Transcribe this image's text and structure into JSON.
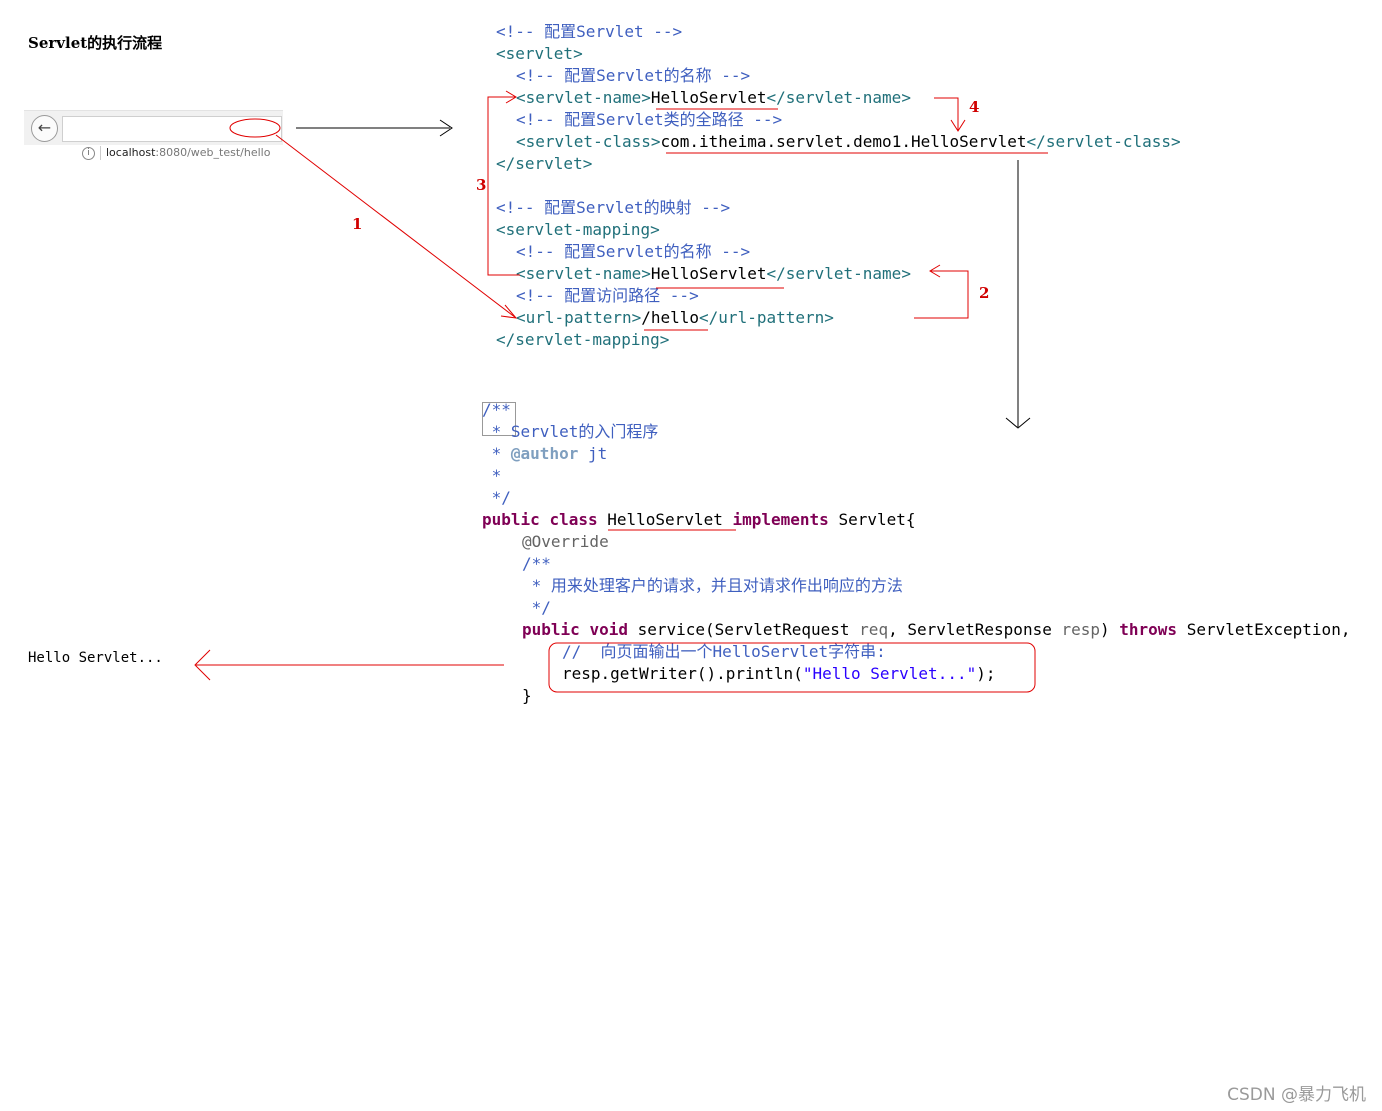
{
  "page": {
    "title": "Servlet的执行流程",
    "output_text": "Hello Servlet...",
    "watermark": "CSDN @暴力飞机"
  },
  "browser": {
    "back_icon": "arrow-left-icon",
    "info_icon": "info-icon",
    "url_host": "localhost",
    "url_path": ":8080/web_test/",
    "url_highlight": "hello"
  },
  "xml": {
    "c1_pre": "<!-- 配置",
    "c1_kw": "Servlet",
    "c1_post": " -->",
    "servlet_open": "<servlet>",
    "c2_pre": "<!-- 配置",
    "c2_kw": "Servlet",
    "c2_post": "的名称 -->",
    "sn_open": "<servlet-name>",
    "sn_value": "HelloServlet",
    "sn_close": "</servlet-name>",
    "c3_pre": "<!-- 配置",
    "c3_kw": "Servlet",
    "c3_post": "类的全路径 -->",
    "sc_open": "<servlet-class>",
    "sc_value": "com.itheima.servlet.demo1.HelloServlet",
    "sc_close": "</servlet-class>",
    "servlet_close": "</servlet>",
    "c4_pre": "<!-- 配置",
    "c4_kw": "Servlet",
    "c4_post": "的映射 -->",
    "mapping_open": "<servlet-mapping>",
    "c5_pre": "<!-- 配置",
    "c5_kw": "Servlet",
    "c5_post": "的名称 -->",
    "sn2_open": "<servlet-name>",
    "sn2_value": "HelloServlet",
    "sn2_close": "</servlet-name>",
    "c6": "<!-- 配置访问路径 -->",
    "up_open": "<url-pattern>",
    "up_value": "/hello",
    "up_close": "</url-pattern>",
    "mapping_close": "</servlet-mapping>"
  },
  "java": {
    "jd_open": "/**",
    "jd_line1_pre": " * ",
    "jd_line1_kw": "Servlet",
    "jd_line1_post": "的入门程序",
    "jd_line2_pre": " * ",
    "jd_line2_tag": "@author",
    "jd_line2_post": " jt",
    "jd_line3": " *",
    "jd_close": " */",
    "cls_kw1": "public",
    "cls_kw2": "class",
    "cls_name": "HelloServlet",
    "cls_kw3": "implements",
    "cls_iface": "Servlet{",
    "override": "@Override",
    "m_jd_open": "/**",
    "m_jd_line": " * 用来处理客户的请求，并且对请求作出响应的方法",
    "m_jd_close": " */",
    "m_kw1": "public",
    "m_kw2": "void",
    "m_sig1": "service(ServletRequest ",
    "m_p1": "req",
    "m_sig2": ", ServletResponse ",
    "m_p2": "resp",
    "m_sig3": ") ",
    "m_kw3": "throws",
    "m_sig4": " ServletException,",
    "body_comment_pre": "//  向页面输出一个",
    "body_comment_kw": "HelloServlet",
    "body_comment_post": "字符串:",
    "body_code_pre": "resp.getWriter().println(",
    "body_code_str": "\"Hello Servlet...\"",
    "body_code_post": ");",
    "close_brace": "}"
  },
  "labels": {
    "step1": "1",
    "step2": "2",
    "step3": "3",
    "step4": "4"
  }
}
